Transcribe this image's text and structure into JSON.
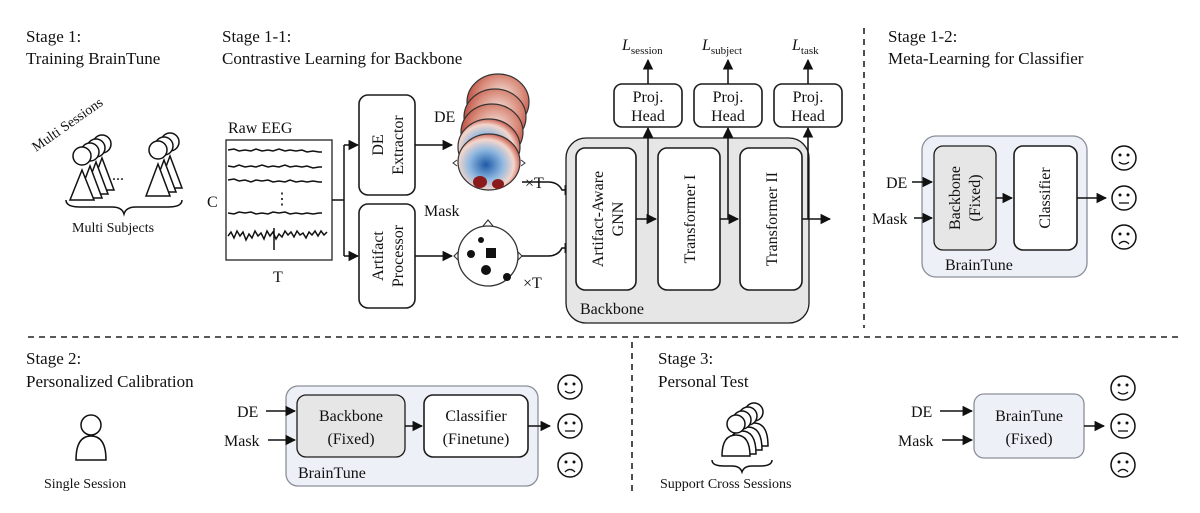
{
  "stage1": {
    "line1": "Stage 1:",
    "line2": "Training BrainTune",
    "multi_sessions": "Multi Sessions",
    "ellipsis": "...",
    "multi_subjects": "Multi Subjects"
  },
  "stage1_1": {
    "line1": "Stage 1-1:",
    "line2": "Contrastive Learning for Backbone",
    "raw_eeg": "Raw EEG",
    "c_axis": "C",
    "t_axis": "T",
    "dots": "⋮",
    "de_extractor": [
      "DE",
      "Extractor"
    ],
    "artifact_processor": [
      "Artifact",
      "Processor"
    ],
    "de_label": "DE",
    "mask_label": "Mask",
    "times_t": "×T",
    "artifact_gnn": [
      "Artifact-Aware",
      "GNN"
    ],
    "transformer1": "Transformer I",
    "transformer2": "Transformer II",
    "backbone_label": "Backbone",
    "proj_head": [
      "Proj.",
      "Head"
    ],
    "losses": [
      {
        "main": "L",
        "sub": "session"
      },
      {
        "main": "L",
        "sub": "subject"
      },
      {
        "main": "L",
        "sub": "task"
      }
    ]
  },
  "stage1_2": {
    "line1": "Stage 1-2:",
    "line2": "Meta-Learning for Classifier",
    "de": "DE",
    "mask": "Mask",
    "backbone": [
      "Backbone",
      "(Fixed)"
    ],
    "classifier": "Classifier",
    "braintune": "BrainTune"
  },
  "stage2": {
    "line1": "Stage 2:",
    "line2": "Personalized Calibration",
    "single_session": "Single Session",
    "de": "DE",
    "mask": "Mask",
    "backbone": [
      "Backbone",
      "(Fixed)"
    ],
    "classifier": [
      "Classifier",
      "(Finetune)"
    ],
    "braintune": "BrainTune"
  },
  "stage3": {
    "line1": "Stage 3:",
    "line2": "Personal Test",
    "support": "Support Cross Sessions",
    "de": "DE",
    "mask": "Mask",
    "braintune": [
      "BrainTune",
      "(Fixed)"
    ]
  },
  "colors": {
    "backbone_fill": "#e6e6e6",
    "braintune_fill": "#edf0f7",
    "topomap_red": "#c0392b",
    "topomap_blue": "#2c6fb7"
  },
  "icons": [
    "person-icon",
    "smiley-happy-icon",
    "smiley-neutral-icon",
    "smiley-sad-icon",
    "eeg-waveform-icon",
    "topographic-map-icon",
    "mask-map-icon"
  ]
}
